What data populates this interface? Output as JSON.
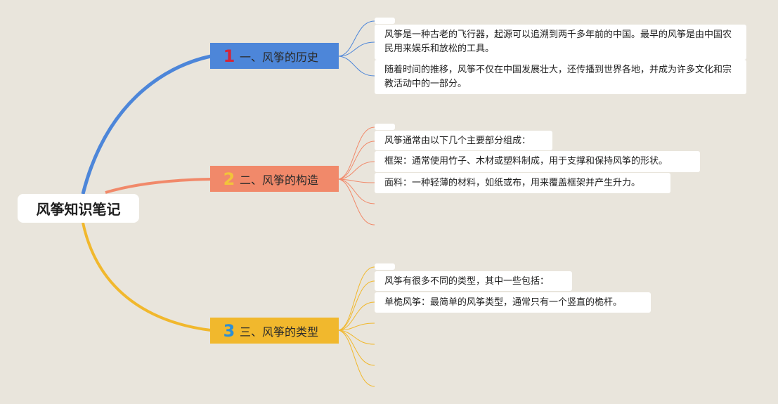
{
  "root": {
    "title": "风筝知识笔记"
  },
  "colors": {
    "background": "#e9e5dc",
    "branch1": "#4d86d9",
    "branch2": "#f1896a",
    "branch3": "#f1b82d"
  },
  "branches": [
    {
      "number": "1",
      "title": "一、风筝的历史",
      "items": [
        "风筝是一种古老的飞行器，起源可以追溯到两千多年前的中国。最早的风筝是由中国农民用来娱乐和放松的工具。",
        "随着时间的推移，风筝不仅在中国发展壮大，还传播到世界各地，并成为许多文化和宗教活动中的一部分。"
      ]
    },
    {
      "number": "2",
      "title": "二、风筝的构造",
      "items": [
        "风筝通常由以下几个主要部分组成：",
        "框架：通常使用竹子、木材或塑料制成，用于支撑和保持风筝的形状。",
        "面料：一种轻薄的材料，如纸或布，用来覆盖框架并产生升力。"
      ]
    },
    {
      "number": "3",
      "title": "三、风筝的类型",
      "items": [
        "风筝有很多不同的类型，其中一些包括：",
        "单桅风筝：最简单的风筝类型，通常只有一个竖直的桅杆。"
      ]
    }
  ]
}
